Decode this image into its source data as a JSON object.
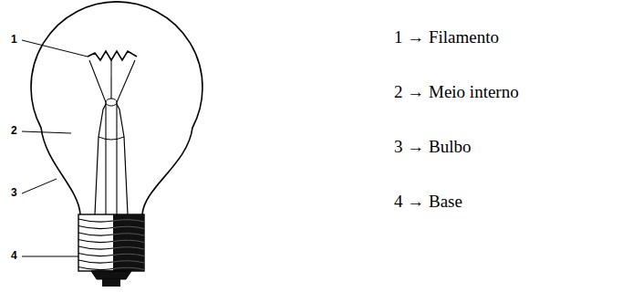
{
  "diagram": {
    "labels": [
      "1",
      "2",
      "3",
      "4",
      "1 → Filamento",
      "2 → Meio interno",
      "3 → Bulbo",
      "4 → Base"
    ]
  }
}
